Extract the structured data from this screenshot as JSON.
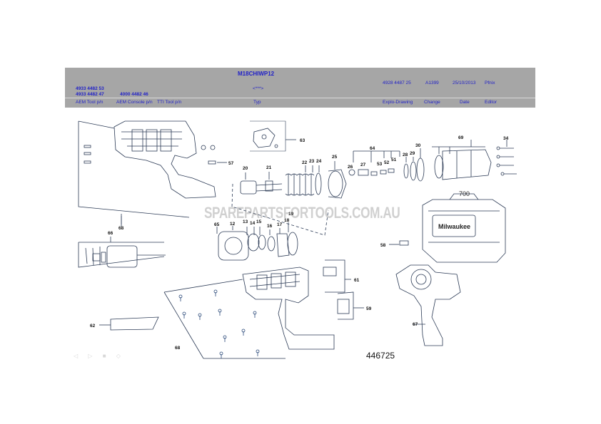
{
  "header": {
    "title": "M18CHIWP12",
    "part_no_1": "4933 4482 53",
    "part_no_2": "4933 4482 47",
    "console_no": "4000 4482 46",
    "typ_value": "<***>",
    "explo_drawing_no": "4928 4487 25",
    "change_value": "A1399",
    "date_value": "25/10/2013",
    "editor_value": "Pfnix",
    "col_aem_tool": "AEM Tool p/n",
    "col_aem_console": "AEM Console p/n",
    "col_tti_tool": "TTI Tool p/n",
    "col_typ": "Typ",
    "col_explo": "Explo-Drawing",
    "col_change": "Change",
    "col_date": "Date",
    "col_editor": "Editor"
  },
  "part_labels": {
    "p63": "63",
    "p57": "57",
    "p20": "20",
    "p21": "21",
    "p22": "22",
    "p23": "23",
    "p24": "24",
    "p25": "25",
    "p26": "26",
    "p27": "27",
    "p64": "64",
    "p53": "53",
    "p52": "52",
    "p51": "51",
    "p28": "28",
    "p29": "29",
    "p30": "30",
    "p69": "69",
    "p34": "34",
    "p700": "700",
    "p65": "65",
    "p12": "12",
    "p13": "13",
    "p14": "14",
    "p15": "15",
    "p16": "16",
    "p17": "17",
    "p18": "18",
    "p19": "19",
    "p66": "66",
    "p68a": "68",
    "p58": "58",
    "p61": "61",
    "p59": "59",
    "p62": "62",
    "p67": "67",
    "p68b": "68"
  },
  "case_brand": "Milwaukee",
  "watermark": "SPAREPARTSFORTOOLS.COM.AU",
  "drawing_ref": "446725",
  "nav_glyphs": "◁ ▷ ■ ◇"
}
